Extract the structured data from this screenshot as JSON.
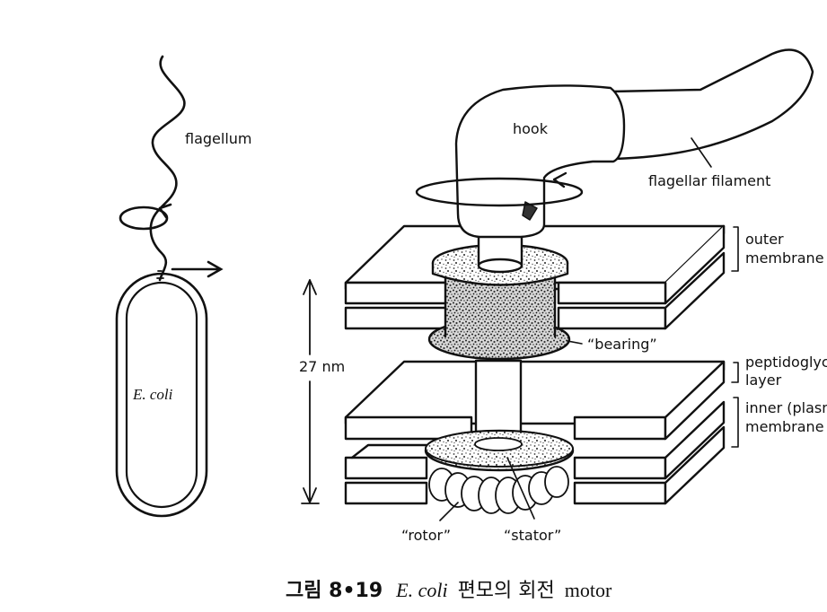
{
  "figure": {
    "caption": {
      "prefix": "그림 8•19",
      "species": "E. coli",
      "suffix_korean": "편모의 회전",
      "suffix_english": "motor"
    },
    "cell_panel": {
      "flagellum_label": "flagellum",
      "cell_label": "E. coli"
    },
    "motor_panel": {
      "hook_label": "hook",
      "filament_label": "flagellar filament",
      "outer_membrane_label_line1": "outer",
      "outer_membrane_label_line2": "membrane",
      "peptidoglycan_label_line1": "peptidoglycan",
      "peptidoglycan_label_line2": "layer",
      "inner_membrane_label_line1": "inner (plasma)",
      "inner_membrane_label_line2": "membrane",
      "bearing_label": "“bearing”",
      "scale_label": "27 nm",
      "rotor_label": "“rotor”",
      "stator_label": "“stator”"
    }
  }
}
